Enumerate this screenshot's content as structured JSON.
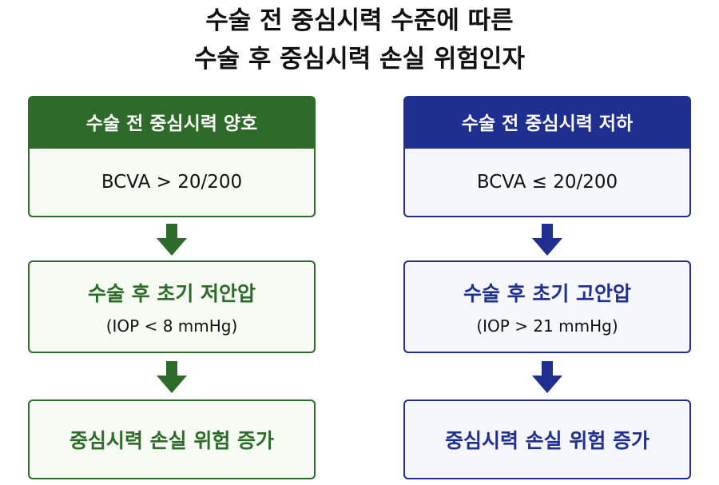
{
  "title": {
    "line1": "수술 전 중심시력 수준에 따른",
    "line2": "수술 후 중심시력 손실 위험인자"
  },
  "left_column": {
    "header": "수술 전 중심시력 양호",
    "criterion": "BCVA > 20/200",
    "step2_title": "수술 후 초기 저안압",
    "step2_detail": "(IOP < 8 mmHg)",
    "outcome": "중심시력 손실 위험 증가",
    "color": "#2e6b2a"
  },
  "right_column": {
    "header": "수술 전 중심시력 저하",
    "criterion": "BCVA ≤ 20/200",
    "step2_title": "수술 후 초기 고안압",
    "step2_detail": "(IOP > 21 mmHg)",
    "outcome": "중심시력 손실 위험 증가",
    "color": "#1f2f8f"
  },
  "icons": {
    "arrow": "arrow-down-icon"
  }
}
